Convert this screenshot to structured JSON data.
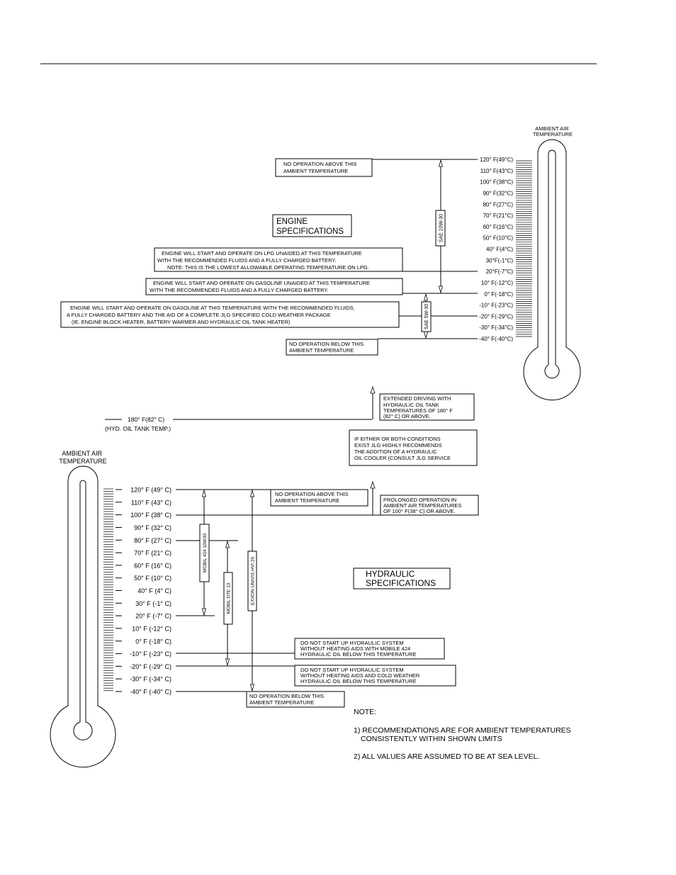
{
  "engine": {
    "thermometer_title": [
      "AMBIENT AIR",
      "TEMPERATURE"
    ],
    "temperatures": [
      "120° F(49°C)",
      "110° F(43°C)",
      "100° F(38°C)",
      "90° F(32°C)",
      "80° F(27°C)",
      "70° F(21°C)",
      "60° F(16°C)",
      "50° F(10°C)",
      "40° F(4°C)",
      "30°F(-1°C)",
      "20°F(-7°C)",
      "10° F(-12°C)",
      "0° F(-18°C)",
      "-10° F(-23°C)",
      "-20° F(-29°C)",
      "-30° F(-34°C)",
      "-40° F(-40°C)"
    ],
    "spec_box": [
      "ENGINE",
      "SPECIFICATIONS"
    ],
    "no_op_above": [
      "NO OPERATION ABOVE THIS",
      "AMBIENT TEMPERATURE"
    ],
    "lpg_note": [
      "ENGINE WILL START AND OPERATE ON LPG UNAIDED AT THIS TEMPERATURE",
      "WITH THE RECOMMENDED FLUIDS AND A FULLY CHARGED BATTERY.",
      "NOTE: THIS IS THE LOWEST ALLOWABLE OPERATING TEMPERATURE ON LPG."
    ],
    "gasoline_unaided_note": [
      "ENGINE WILL START AND OPERATE ON GASOLINE UNAIDED AT THIS TEMPERATURE",
      "WITH THE RECOMMENDED FLUIDS AND A FULLY CHARGED BATTERY."
    ],
    "gasoline_aided_note": [
      "ENGINE WILL START AND OPERATE ON GASOLINE AT THIS TEMPERATURE WITH THE RECOMMENDED FLUIDS,",
      "A FULLY CHARGED BATTERY AND THE AID OF A COMPLETE JLG SPECIFIED COLD WEATHER PACKAGE",
      "(IE. ENGINE BLOCK HEATER, BATTERY WARMER AND HYDRAULIC OIL TANK HEATER)"
    ],
    "no_op_below": [
      "NO OPERATION BELOW THIS",
      "AMBIENT TEMPERATURE"
    ],
    "oil_10w30": "SAE 10W-30",
    "oil_5w30": "SAE 5W-30"
  },
  "hydraulic": {
    "thermometer_title": [
      "AMBIENT AIR",
      "TEMPERATURE"
    ],
    "temperatures": [
      "120° F (49° C)",
      "110° F (43° C)",
      "100° F (38° C)",
      "90° F (32° C)",
      "80° F (27° C)",
      "70° F (21° C)",
      "60° F (16° C)",
      "50° F (10° C)",
      "40° F (4° C)",
      "30° F (-1° C)",
      "20° F (-7° C)",
      "10° F (-12° C)",
      "0° F (-18° C)",
      "-10° F (-23° C)",
      "-20° F (-29° C)",
      "-30° F (-34° C)",
      "-40° F (-40° C)"
    ],
    "tank_temp": "180° F(82° C)",
    "tank_temp_label": "(HYD. OIL TANK TEMP.)",
    "extended_driving": [
      "EXTENDED DRIVING WITH",
      "HYDRAULIC OIL TANK",
      "TEMPERATURES OF 180° F",
      "(82° C) OR ABOVE."
    ],
    "oil_cooler": [
      "IF EITHER OR BOTH CONDITIONS",
      "EXIST JLG HIGHLY RECOMMENDS",
      "THE ADDITION OF A HYDRAULIC",
      "OIL COOLER (CONSULT JLG SERVICE"
    ],
    "no_op_above": [
      "NO OPERATION ABOVE THIS",
      "AMBIENT TEMPERATURE"
    ],
    "prolonged_operation": [
      "PROLONGED OPERATION IN",
      "AMBIENT AIR TEMPERATURES",
      "OF 100° F(38° C) OR ABOVE."
    ],
    "spec_box": [
      "HYDRAULIC",
      "SPECIFICATIONS"
    ],
    "mobile_424_note": [
      "DO NOT START UP HYDRAULIC SYSTEM",
      "WITHOUT HEATING AIDS WITH MOBILE 424",
      "HYDRAULIC OIL BELOW THIS TEMPERATURE"
    ],
    "cold_weather_note": [
      "DO NOT START UP HYDRAULIC SYSTEM",
      "WITHOUT HEATING AIDS AND COLD WEATHER",
      "HYDRAULIC OIL BELOW THIS TEMPERATURE"
    ],
    "no_op_below": [
      "NO OPERATION BELOW THIS",
      "AMBIENT TEMPERATURE"
    ],
    "oil_mobil_424": "MOBIL 424 10W30",
    "oil_mobil_dte": "MOBIL DTE 13",
    "oil_exxon": "EXXON UNIVIS HVI 26"
  },
  "notes": [
    "NOTE:",
    "1) RECOMMENDATIONS ARE FOR AMBIENT TEMPERATURES",
    "CONSISTENTLY WITHIN SHOWN LIMITS",
    "2) ALL VALUES ARE ASSUMED TO BE AT SEA LEVEL."
  ]
}
